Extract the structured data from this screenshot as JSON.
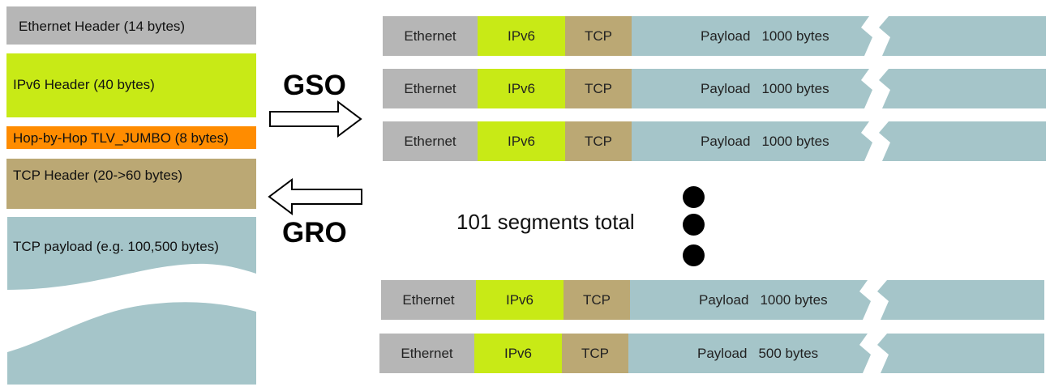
{
  "colors": {
    "ethernet": "#b6b6b6",
    "ipv6": "#c8ea16",
    "hop_by_hop": "#ff8c00",
    "tcp": "#bba874",
    "payload": "#a5c5c9"
  },
  "super_packet": {
    "ethernet": "Ethernet Header (14 bytes)",
    "ipv6": "IPv6 Header (40 bytes)",
    "hop_by_hop": "Hop-by-Hop TLV_JUMBO (8 bytes)",
    "tcp": "TCP Header (20->60 bytes)",
    "payload": "TCP payload (e.g. 100,500 bytes)"
  },
  "arrows": {
    "gso": "GSO",
    "gro": "GRO"
  },
  "segments_total": "101 segments total",
  "segments": [
    {
      "ethernet": "Ethernet",
      "ipv6": "IPv6",
      "tcp": "TCP",
      "payload": "Payload",
      "size": "1000 bytes"
    },
    {
      "ethernet": "Ethernet",
      "ipv6": "IPv6",
      "tcp": "TCP",
      "payload": "Payload",
      "size": "1000 bytes"
    },
    {
      "ethernet": "Ethernet",
      "ipv6": "IPv6",
      "tcp": "TCP",
      "payload": "Payload",
      "size": "1000 bytes"
    },
    {
      "ethernet": "Ethernet",
      "ipv6": "IPv6",
      "tcp": "TCP",
      "payload": "Payload",
      "size": "1000 bytes"
    },
    {
      "ethernet": "Ethernet",
      "ipv6": "IPv6",
      "tcp": "TCP",
      "payload": "Payload",
      "size": "500 bytes"
    }
  ]
}
